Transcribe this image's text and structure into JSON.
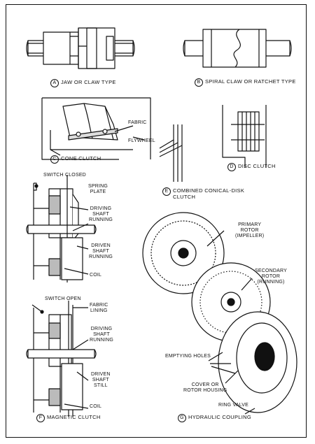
{
  "figures": {
    "a": {
      "letter": "A",
      "caption": "JAW OR CLAW TYPE"
    },
    "b": {
      "letter": "B",
      "caption": "SPIRAL CLAW OR RATCHET TYPE"
    },
    "c": {
      "letter": "C",
      "caption": "CONE CLUTCH",
      "labels": {
        "fabric": "FABRIC",
        "flywheel": "FLYWHEEL"
      }
    },
    "d": {
      "letter": "D",
      "caption": "DISC CLUTCH"
    },
    "e": {
      "letter": "E",
      "caption_line1": "COMBINED CONICAL-DISK",
      "caption_line2": "CLUTCH"
    },
    "f": {
      "letter": "F",
      "caption": "MAGNETIC CLUTCH",
      "labels": {
        "switch_closed": "SWITCH CLOSED",
        "spring": "SPRING",
        "plate": "PLATE",
        "driving": "DRIVING",
        "shaft": "SHAFT",
        "running": "RUNNING",
        "driven": "DRIVEN",
        "still": "STILL",
        "coil": "COIL",
        "switch_open": "SWITCH OPEN",
        "fabric": "FABRIC",
        "lining": "LINING"
      }
    },
    "g": {
      "letter": "G",
      "caption": "HYDRAULIC COUPLING",
      "labels": {
        "primary": "PRIMARY",
        "rotor": "ROTOR",
        "impeller": "(IMPELLER)",
        "secondary": "SECONDARY",
        "running": "(RUNNING)",
        "emptying_holes": "EMPTYING HOLES",
        "cover_or": "COVER OR",
        "rotor_housing": "ROTOR HOUSING",
        "ring_valve": "RING VALVE"
      }
    }
  }
}
